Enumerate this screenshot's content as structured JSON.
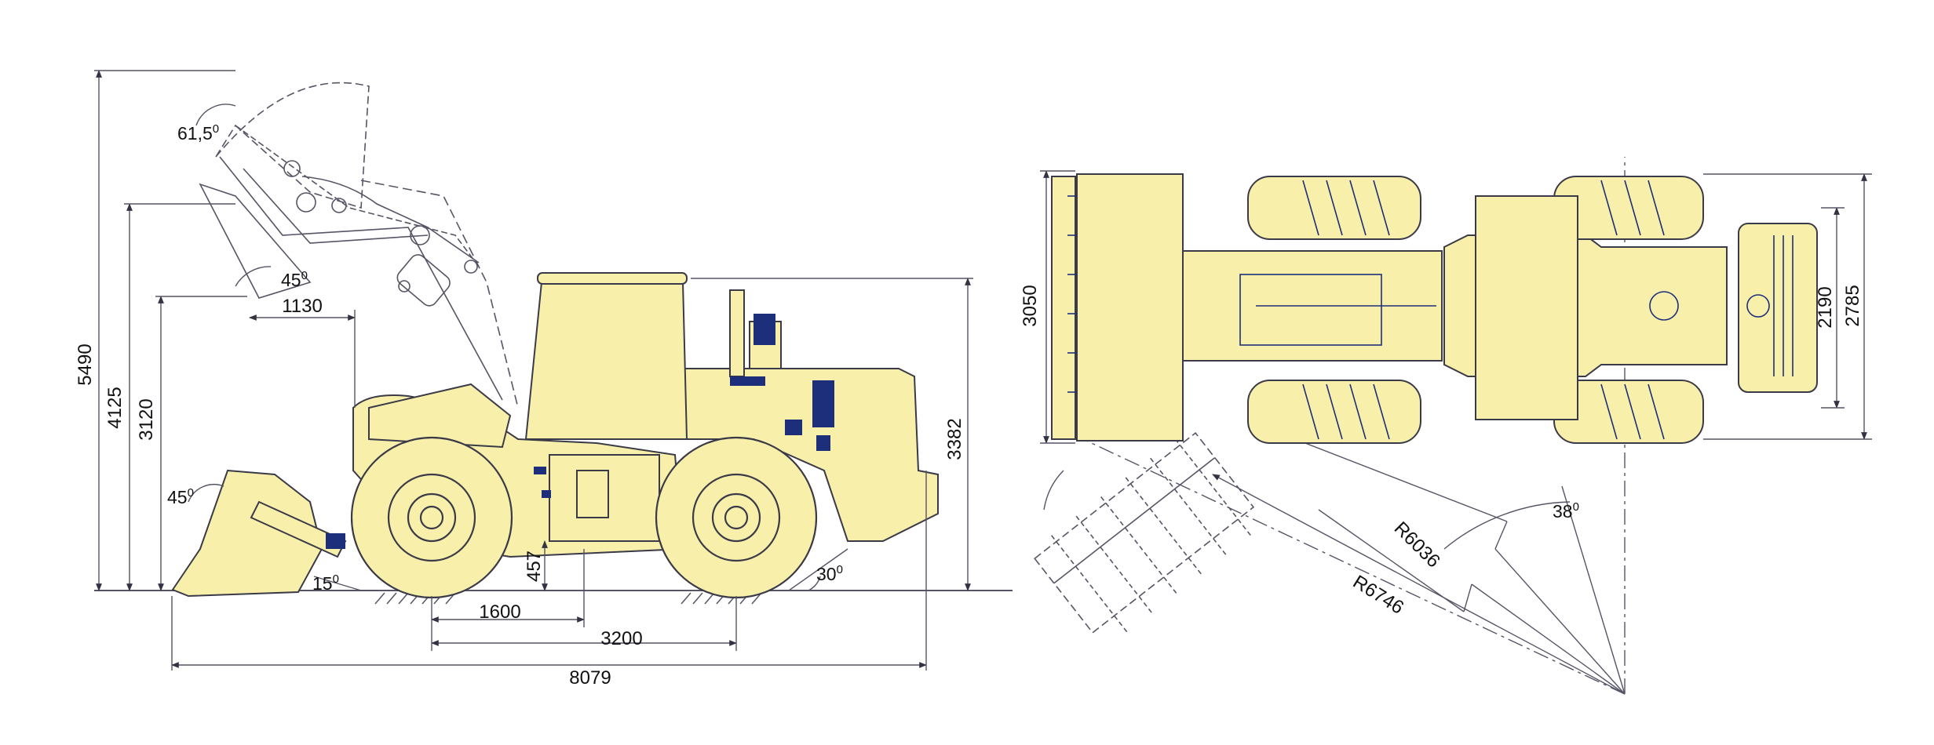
{
  "colors": {
    "body_fill": "#f8efaa",
    "line": "#3a3a48",
    "blueprint": "#1d2f7a",
    "dimension": "#555566"
  },
  "side_view": {
    "dims": {
      "overall_height": "5490",
      "hinge_height": "4125",
      "dump_height": "3120",
      "cab_height": "3382",
      "dump_reach": "1130",
      "ground_clearance": "457",
      "half_wheelbase": "1600",
      "wheelbase": "3200",
      "overall_length": "8079"
    },
    "angles": {
      "dump_angle_value": "61,5",
      "dump_top_value": "45",
      "rollback_value": "45",
      "approach_value": "15",
      "departure_value": "30",
      "degree_mark": "0"
    }
  },
  "top_view": {
    "dims": {
      "bucket_width": "3050",
      "track_width": "2190",
      "overall_width": "2785",
      "inner_turn_radius": "R6036",
      "outer_turn_radius": "R6746"
    },
    "angles": {
      "articulation_value": "38",
      "degree_mark": "0"
    }
  }
}
